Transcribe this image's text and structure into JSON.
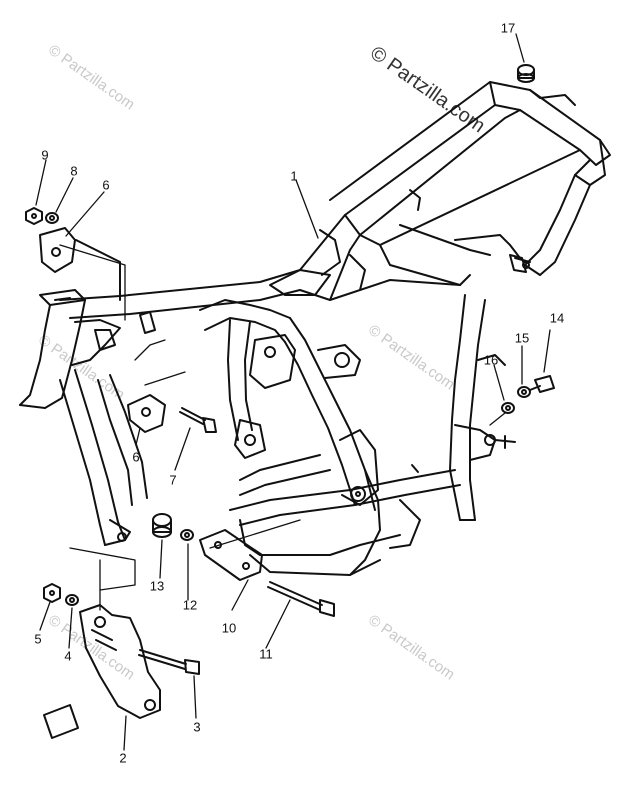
{
  "watermark_text": "© Partzilla.com",
  "callouts": {
    "c1": "1",
    "c2": "2",
    "c3": "3",
    "c4": "4",
    "c5": "5",
    "c6a": "6",
    "c6b": "6",
    "c7": "7",
    "c8": "8",
    "c9": "9",
    "c10": "10",
    "c11": "11",
    "c12": "12",
    "c13": "13",
    "c14": "14",
    "c15": "15",
    "c16": "16",
    "c17": "17"
  },
  "colors": {
    "line": "#111111",
    "watermark": "#c9c9c9"
  }
}
